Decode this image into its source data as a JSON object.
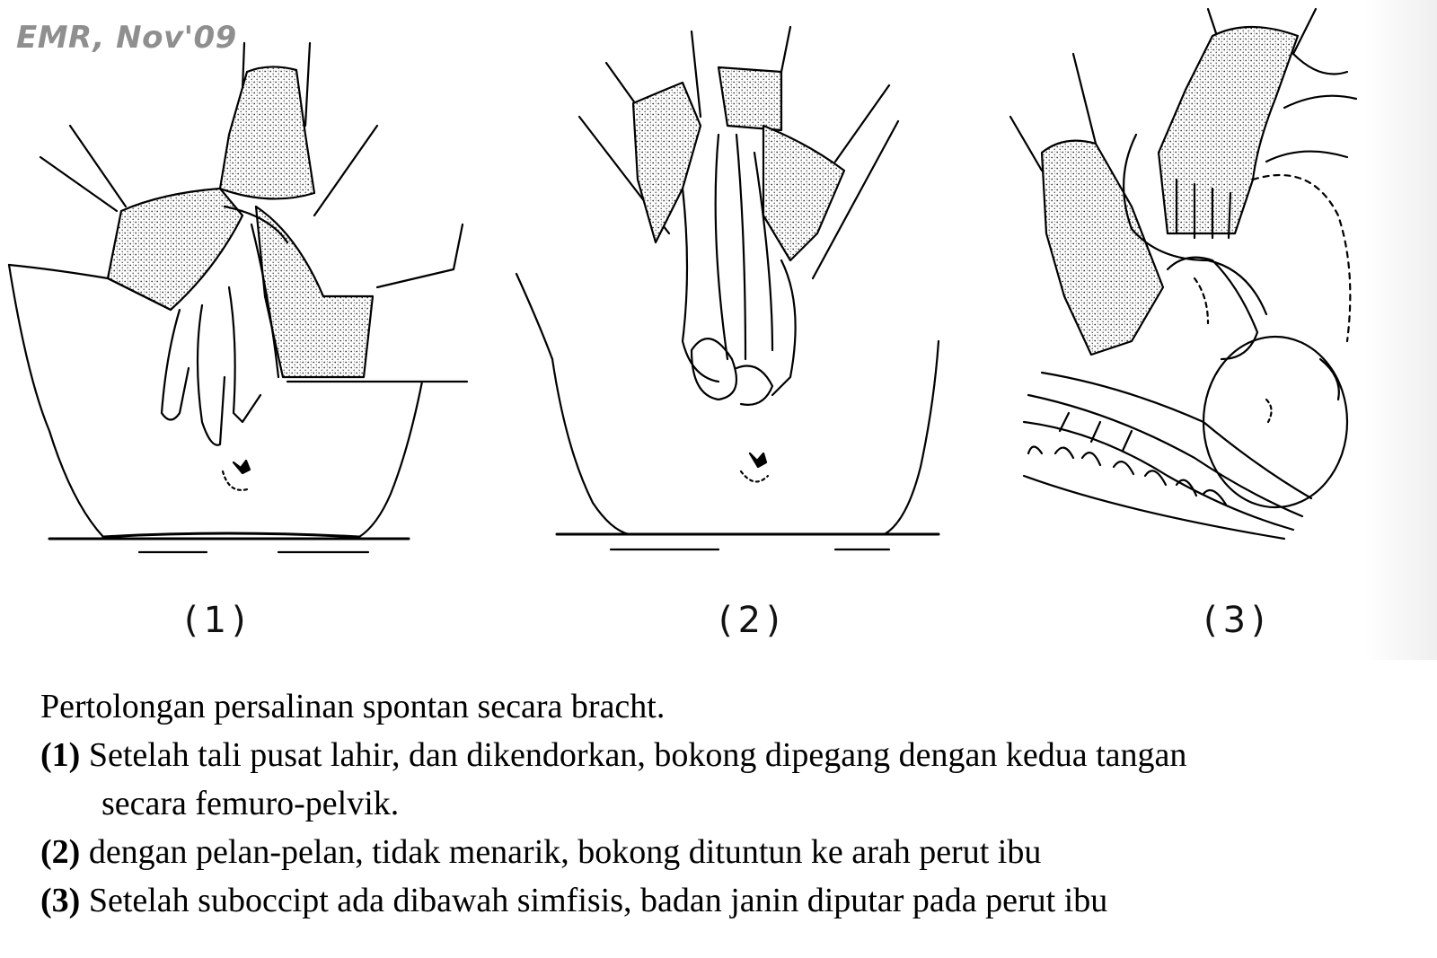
{
  "watermark": "EMR, Nov'09",
  "panels": [
    {
      "label": "(1)"
    },
    {
      "label": "(2)"
    },
    {
      "label": "(3)"
    }
  ],
  "caption": {
    "title": "Pertolongan persalinan spontan secara bracht.",
    "items": [
      {
        "num": "(1)",
        "text": "Setelah tali pusat lahir, dan dikendorkan, bokong dipegang dengan kedua tangan",
        "continuation": "secara femuro-pelvik."
      },
      {
        "num": "(2)",
        "text": "dengan pelan-pelan, tidak menarik, bokong dituntun ke arah perut ibu"
      },
      {
        "num": "(3)",
        "text": "Setelah suboccipt ada dibawah simfisis, badan janin diputar pada perut ibu"
      }
    ]
  },
  "colors": {
    "ink": "#000000",
    "hatch": "#6a6a6a",
    "watermark": "#8f8f8f"
  }
}
